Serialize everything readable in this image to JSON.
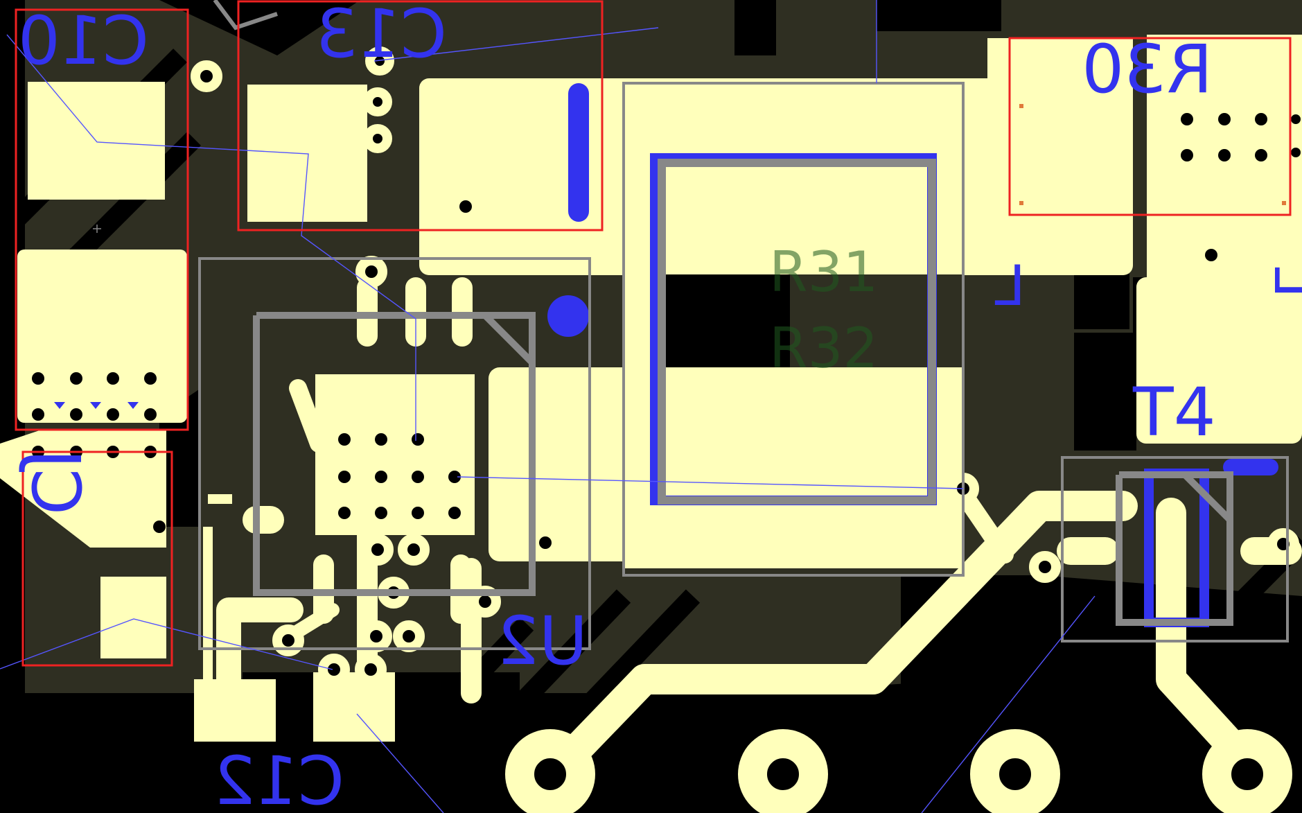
{
  "view": "PCB layout editor (mirrored bottom view)",
  "colors": {
    "background": "#000000",
    "copper_pour": "#2f2f22",
    "pad": "#ffffbb",
    "trace": "#ffffbb",
    "silkscreen": "#3333ee",
    "courtyard": "#888888",
    "selection": "#ee2222",
    "ratsnest": "#5555ff",
    "inner_layer": "#0f3b12"
  },
  "designators": {
    "c10": "C10",
    "c13": "C13",
    "r30": "R30",
    "cj": "CJ",
    "u2": "U2",
    "t4": "T4",
    "c12": "C12",
    "l": "L",
    "l_right": "L"
  },
  "faint_labels": {
    "r31": "R31",
    "r32": "R32"
  },
  "selected_components": [
    "C10",
    "C13",
    "R30",
    "CJ"
  ]
}
